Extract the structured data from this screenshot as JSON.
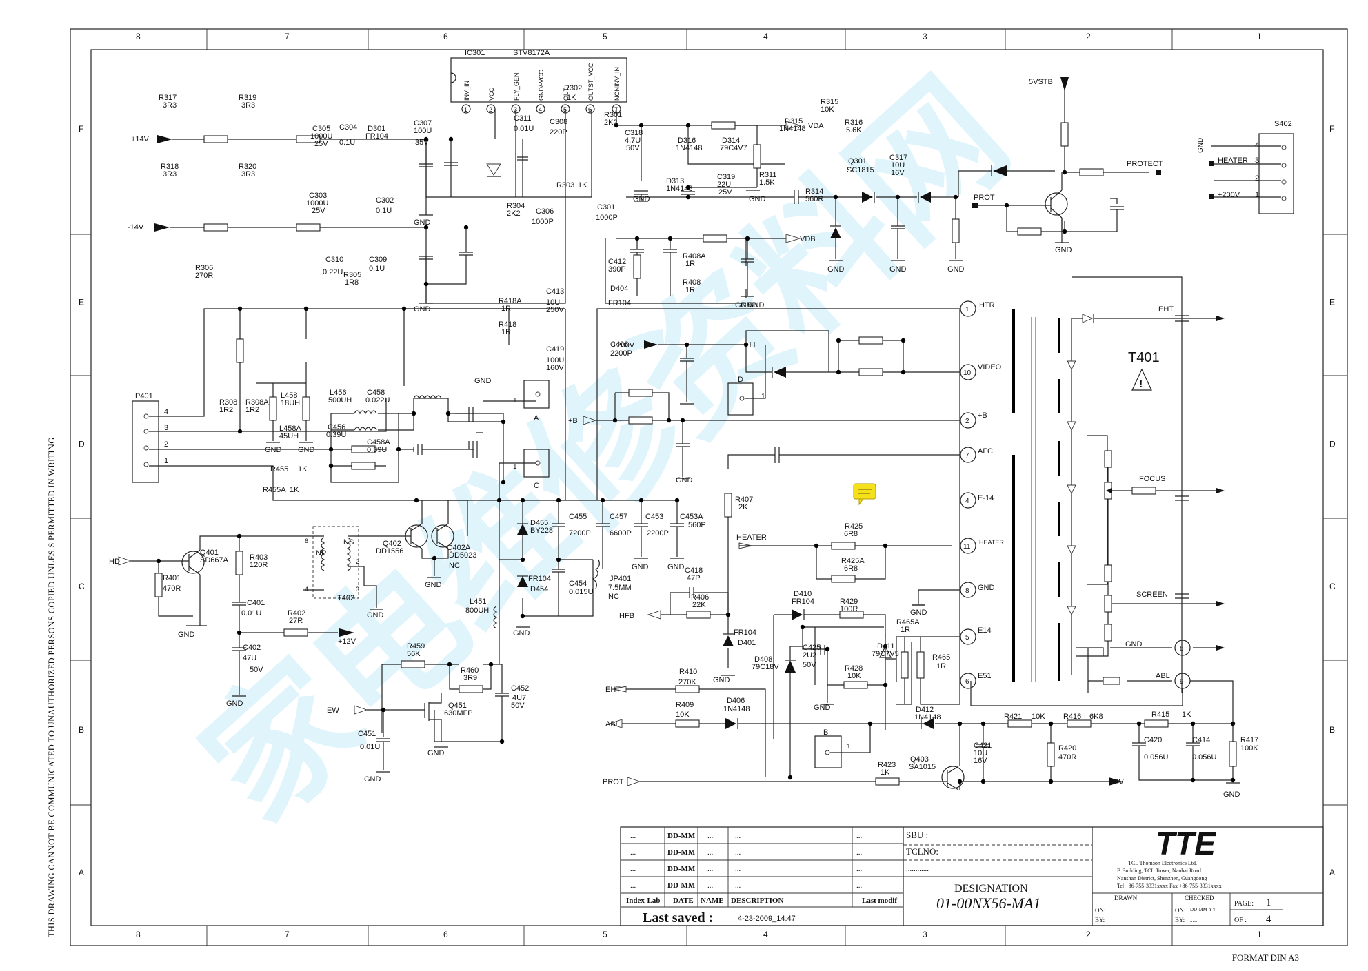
{
  "border": {
    "columns_top": [
      "8",
      "7",
      "6",
      "5",
      "4",
      "3",
      "2",
      "1"
    ],
    "rows_side": [
      "F",
      "E",
      "D",
      "C",
      "B",
      "A"
    ]
  },
  "side_note": "THIS DRAWING CANNOT BE COMMUNICATED TO UNAUTHORIZED PERSONS COPIED UNLES S PERMITTED IN WRITING",
  "format_label": "FORMAT DIN A3",
  "watermark": "家电维修资料网",
  "ic": {
    "ref": "IC301",
    "part": "STV8172A",
    "pins": [
      [
        "1",
        "INV_IN"
      ],
      [
        "2",
        "VCC"
      ],
      [
        "3",
        "FLY_GEN"
      ],
      [
        "4",
        "GND/-VCC"
      ],
      [
        "5",
        "OUT"
      ],
      [
        "6",
        "OUTST_VCC"
      ],
      [
        "7",
        "NONINV_IN"
      ]
    ]
  },
  "nets": {
    "p14v": "+14V",
    "m14v": "-14V",
    "vda": "VDA",
    "vdb": "VDB",
    "gnd": "GND",
    "v5stb": "5VSTB",
    "protect": "PROTECT",
    "prot": "PROT",
    "p200v": "+200V",
    "pb": "+B",
    "hd": "HD",
    "p12v": "+12V",
    "heater": "HEATER",
    "hfb": "HFB",
    "eht": "EHT",
    "abl": "ABL",
    "ew": "EW",
    "p8v": "+8V",
    "focus": "FOCUS",
    "screen": "SCREEN",
    "t401": "T401"
  },
  "labels": [
    [
      "R317",
      230,
      145
    ],
    [
      "3R3",
      236,
      156
    ],
    [
      "R319",
      346,
      145
    ],
    [
      "3R3",
      350,
      156
    ],
    [
      "R318",
      233,
      245
    ],
    [
      "3R3",
      236,
      256
    ],
    [
      "R320",
      346,
      245
    ],
    [
      "3R3",
      350,
      256
    ],
    [
      "C305",
      453,
      190
    ],
    [
      "1000U",
      450,
      201
    ],
    [
      "25V",
      456,
      212
    ],
    [
      "C304",
      492,
      188
    ],
    [
      "0.1U",
      492,
      210
    ],
    [
      "D301",
      533,
      190
    ],
    [
      "FR104",
      530,
      201
    ],
    [
      "C307",
      600,
      182
    ],
    [
      "100U",
      600,
      193
    ],
    [
      "35V",
      602,
      210
    ],
    [
      "C303",
      448,
      287
    ],
    [
      "1000U",
      444,
      298
    ],
    [
      "25V",
      452,
      309
    ],
    [
      "C302",
      545,
      294
    ],
    [
      "0.1U",
      545,
      309
    ],
    [
      "C311",
      745,
      175
    ],
    [
      "0.01U",
      745,
      190
    ],
    [
      "C308",
      797,
      180
    ],
    [
      "220P",
      797,
      195
    ],
    [
      "R302",
      818,
      131
    ],
    [
      "1K",
      822,
      145
    ],
    [
      "R301",
      876,
      170
    ],
    [
      "2K2",
      876,
      181
    ],
    [
      "C318",
      906,
      196
    ],
    [
      "4.7U",
      906,
      207
    ],
    [
      "50V",
      908,
      218
    ],
    [
      "D316",
      983,
      207
    ],
    [
      "1N4148",
      980,
      218
    ],
    [
      "D314",
      1047,
      207
    ],
    [
      "79C4V7",
      1044,
      218
    ],
    [
      "D315",
      1138,
      179
    ],
    [
      "1N4148",
      1130,
      190
    ],
    [
      "R315",
      1190,
      151
    ],
    [
      "10K",
      1190,
      162
    ],
    [
      "R316",
      1225,
      181
    ],
    [
      "5.6K",
      1227,
      192
    ],
    [
      "Q301",
      1230,
      237
    ],
    [
      "SC1815",
      1228,
      250
    ],
    [
      "C317",
      1290,
      232
    ],
    [
      "10U",
      1292,
      243
    ],
    [
      "16V",
      1292,
      254
    ],
    [
      "R311",
      1101,
      257
    ],
    [
      "1.5K",
      1101,
      268
    ],
    [
      "R314",
      1168,
      281
    ],
    [
      "560R",
      1168,
      292
    ],
    [
      "D313",
      966,
      266
    ],
    [
      "1N4148",
      966,
      277
    ],
    [
      "C319",
      1040,
      260
    ],
    [
      "22U",
      1040,
      271
    ],
    [
      "25V",
      1042,
      282
    ],
    [
      "R303",
      807,
      272
    ],
    [
      "1K",
      838,
      272
    ],
    [
      "C301",
      866,
      304
    ],
    [
      "1000P",
      864,
      319
    ],
    [
      "R304",
      735,
      302
    ],
    [
      "2K2",
      735,
      313
    ],
    [
      "C306",
      777,
      310
    ],
    [
      "1000P",
      771,
      325
    ],
    [
      "R306",
      283,
      392
    ],
    [
      "270R",
      283,
      403
    ],
    [
      "C310",
      472,
      380
    ],
    [
      "0.22U",
      468,
      398
    ],
    [
      "R305",
      498,
      402
    ],
    [
      "1R8",
      500,
      413
    ],
    [
      "C309",
      535,
      380
    ],
    [
      "0.1U",
      535,
      393
    ],
    [
      "C412",
      882,
      383
    ],
    [
      "390P",
      882,
      394
    ],
    [
      "D404",
      885,
      422
    ],
    [
      "FR104",
      882,
      443
    ],
    [
      "R408A",
      990,
      375
    ],
    [
      "1R",
      994,
      386
    ],
    [
      "R408",
      990,
      413
    ],
    [
      "1R",
      994,
      424
    ],
    [
      "C413",
      792,
      426
    ],
    [
      "10U",
      792,
      442
    ],
    [
      "250V",
      792,
      453
    ],
    [
      "R418A",
      723,
      440
    ],
    [
      "1R",
      727,
      451
    ],
    [
      "R418",
      723,
      474
    ],
    [
      "1R",
      727,
      485
    ],
    [
      "C419",
      792,
      510
    ],
    [
      "100U",
      792,
      526
    ],
    [
      "160V",
      792,
      537
    ],
    [
      "C406",
      885,
      503
    ],
    [
      "2200P",
      885,
      516
    ],
    [
      "R308",
      318,
      587
    ],
    [
      "1R2",
      318,
      598
    ],
    [
      "R308A",
      356,
      587
    ],
    [
      "1R2",
      356,
      598
    ],
    [
      "L458",
      407,
      577
    ],
    [
      "18UH",
      407,
      588
    ],
    [
      "L456",
      478,
      573
    ],
    [
      "500UH",
      476,
      584
    ],
    [
      "C458",
      532,
      573
    ],
    [
      "0.022U",
      530,
      584
    ],
    [
      "L458A",
      405,
      625
    ],
    [
      "45UH",
      405,
      636
    ],
    [
      "C456",
      475,
      623
    ],
    [
      "0.39U",
      473,
      634
    ],
    [
      "C458A",
      532,
      645
    ],
    [
      "0.39U",
      532,
      656
    ],
    [
      "R455",
      392,
      684
    ],
    [
      "1K",
      432,
      684
    ],
    [
      "R455A",
      381,
      714
    ],
    [
      "1K",
      420,
      714
    ],
    [
      "Q401",
      290,
      805
    ],
    [
      "SD667A",
      290,
      816
    ],
    [
      "R403",
      362,
      812
    ],
    [
      "120R",
      362,
      823
    ],
    [
      "R401",
      236,
      842
    ],
    [
      "470R",
      236,
      857
    ],
    [
      "C401",
      358,
      878
    ],
    [
      "0.01U",
      350,
      893
    ],
    [
      "R402",
      417,
      893
    ],
    [
      "27R",
      419,
      904
    ],
    [
      "C402",
      352,
      943
    ],
    [
      "47U",
      352,
      958
    ],
    [
      "50V",
      362,
      975
    ],
    [
      "Q402",
      555,
      792
    ],
    [
      "DD1556",
      545,
      803
    ],
    [
      "Q402A",
      648,
      798
    ],
    [
      "DD5023",
      651,
      809
    ],
    [
      "NC",
      651,
      824
    ],
    [
      "T402",
      489,
      871
    ],
    [
      "D455",
      769,
      762
    ],
    [
      "BY228",
      769,
      773
    ],
    [
      "C455",
      825,
      753
    ],
    [
      "7200P",
      825,
      777
    ],
    [
      "C457",
      884,
      753
    ],
    [
      "6600P",
      884,
      777
    ],
    [
      "C453",
      936,
      753
    ],
    [
      "2200P",
      938,
      777
    ],
    [
      "C453A",
      986,
      753
    ],
    [
      "560P",
      998,
      765
    ],
    [
      "FR104",
      766,
      843
    ],
    [
      "D454",
      769,
      858
    ],
    [
      "C454",
      825,
      850
    ],
    [
      "0.015U",
      825,
      862
    ],
    [
      "JP401",
      884,
      843
    ],
    [
      "7.5MM",
      882,
      856
    ],
    [
      "NC",
      882,
      869
    ],
    [
      "L451",
      681,
      876
    ],
    [
      "800UH",
      675,
      889
    ],
    [
      "C418",
      993,
      831
    ],
    [
      "47P",
      996,
      842
    ],
    [
      "R406",
      1002,
      870
    ],
    [
      "22K",
      1004,
      881
    ],
    [
      "R407",
      1066,
      728
    ],
    [
      "2K",
      1071,
      739
    ],
    [
      "FR104",
      1064,
      921
    ],
    [
      "D401",
      1070,
      936
    ],
    [
      "R425",
      1225,
      767
    ],
    [
      "6R8",
      1224,
      778
    ],
    [
      "R425A",
      1220,
      817
    ],
    [
      "6R8",
      1224,
      828
    ],
    [
      "D410",
      1151,
      865
    ],
    [
      "FR104",
      1148,
      876
    ],
    [
      "R429",
      1218,
      876
    ],
    [
      "100R",
      1218,
      887
    ],
    [
      "R465A",
      1300,
      906
    ],
    [
      "1R",
      1306,
      917
    ],
    [
      "R465",
      1352,
      957
    ],
    [
      "1R",
      1358,
      970
    ],
    [
      "C425",
      1164,
      943
    ],
    [
      "2U2",
      1164,
      954
    ],
    [
      "50V",
      1164,
      968
    ],
    [
      "D411",
      1272,
      941
    ],
    [
      "79C7V5",
      1264,
      952
    ],
    [
      "R428",
      1225,
      973
    ],
    [
      "10K",
      1229,
      984
    ],
    [
      "D408",
      1094,
      960
    ],
    [
      "79C18V",
      1090,
      971
    ],
    [
      "R459",
      590,
      941
    ],
    [
      "56K",
      590,
      952
    ],
    [
      "R460",
      668,
      976
    ],
    [
      "3R9",
      672,
      987
    ],
    [
      "C452",
      741,
      1002
    ],
    [
      "4U7",
      743,
      1016
    ],
    [
      "50V",
      741,
      1027
    ],
    [
      "Q451",
      650,
      1027
    ],
    [
      "630MFP",
      644,
      1038
    ],
    [
      "C451",
      519,
      1068
    ],
    [
      "0.01U",
      522,
      1087
    ],
    [
      "R410",
      985,
      978
    ],
    [
      "270K",
      984,
      993
    ],
    [
      "R409",
      980,
      1026
    ],
    [
      "10K",
      980,
      1040
    ],
    [
      "D406",
      1054,
      1020
    ],
    [
      "1N4148",
      1049,
      1032
    ],
    [
      "D412",
      1328,
      1033
    ],
    [
      "1N4148",
      1326,
      1044
    ],
    [
      "R421",
      1456,
      1043
    ],
    [
      "10K",
      1496,
      1043
    ],
    [
      "R416",
      1542,
      1043
    ],
    [
      "6K8",
      1580,
      1043
    ],
    [
      "R415",
      1670,
      1040
    ],
    [
      "1K",
      1714,
      1040
    ],
    [
      "C421",
      1412,
      1085
    ],
    [
      "10U",
      1412,
      1096
    ],
    [
      "16V",
      1412,
      1107
    ],
    [
      "R420",
      1535,
      1089
    ],
    [
      "470R",
      1535,
      1102
    ],
    [
      "C420",
      1659,
      1077
    ],
    [
      "0.056U",
      1659,
      1102
    ],
    [
      "C414",
      1729,
      1077
    ],
    [
      "0.056U",
      1729,
      1102
    ],
    [
      "R417",
      1799,
      1077
    ],
    [
      "100K",
      1799,
      1089
    ],
    [
      "R423",
      1273,
      1113
    ],
    [
      "1K",
      1277,
      1124
    ],
    [
      "Q403",
      1320,
      1105
    ],
    [
      "SA1015",
      1318,
      1116
    ],
    [
      "S402",
      1848,
      183
    ]
  ],
  "title_block": {
    "rev_rows": [
      [
        "...",
        "DD-MM",
        "...",
        "...",
        "..."
      ],
      [
        "...",
        "DD-MM",
        "...",
        "...",
        "..."
      ],
      [
        "...",
        "DD-MM",
        "...",
        "...",
        "..."
      ],
      [
        "...",
        "DD-MM",
        "...",
        "...",
        "..."
      ]
    ],
    "headers": [
      "Index-Lab",
      "DATE",
      "NAME",
      "DESCRIPTION",
      "Last modif"
    ],
    "last_saved_label": "Last saved :",
    "last_saved_value": "4-23-2009_14:47",
    "sbu": "SBU :",
    "tclno": "TCLNO:",
    "tclno_dots": "............",
    "designation_label": "DESIGNATION",
    "designation": "01-00NX56-MA1",
    "logo": "TTE",
    "company": [
      "TCL Thomson Electronics Ltd.",
      "B Building, TCL Tower, Nanhai Road",
      "Nanshan District, Shenzhen, Guangdong",
      "Tel +86-755-3331xxxx    Fax +86-755-3331xxxx"
    ],
    "drawn": "DRAWN",
    "checked": "CHECKED",
    "on": "ON:",
    "by": "BY:",
    "checked_on_value": "DD-MM-YY",
    "checked_by_value": "......",
    "page_label": "PAGE:",
    "page": "1",
    "of_label": "OF :",
    "of": "4"
  }
}
